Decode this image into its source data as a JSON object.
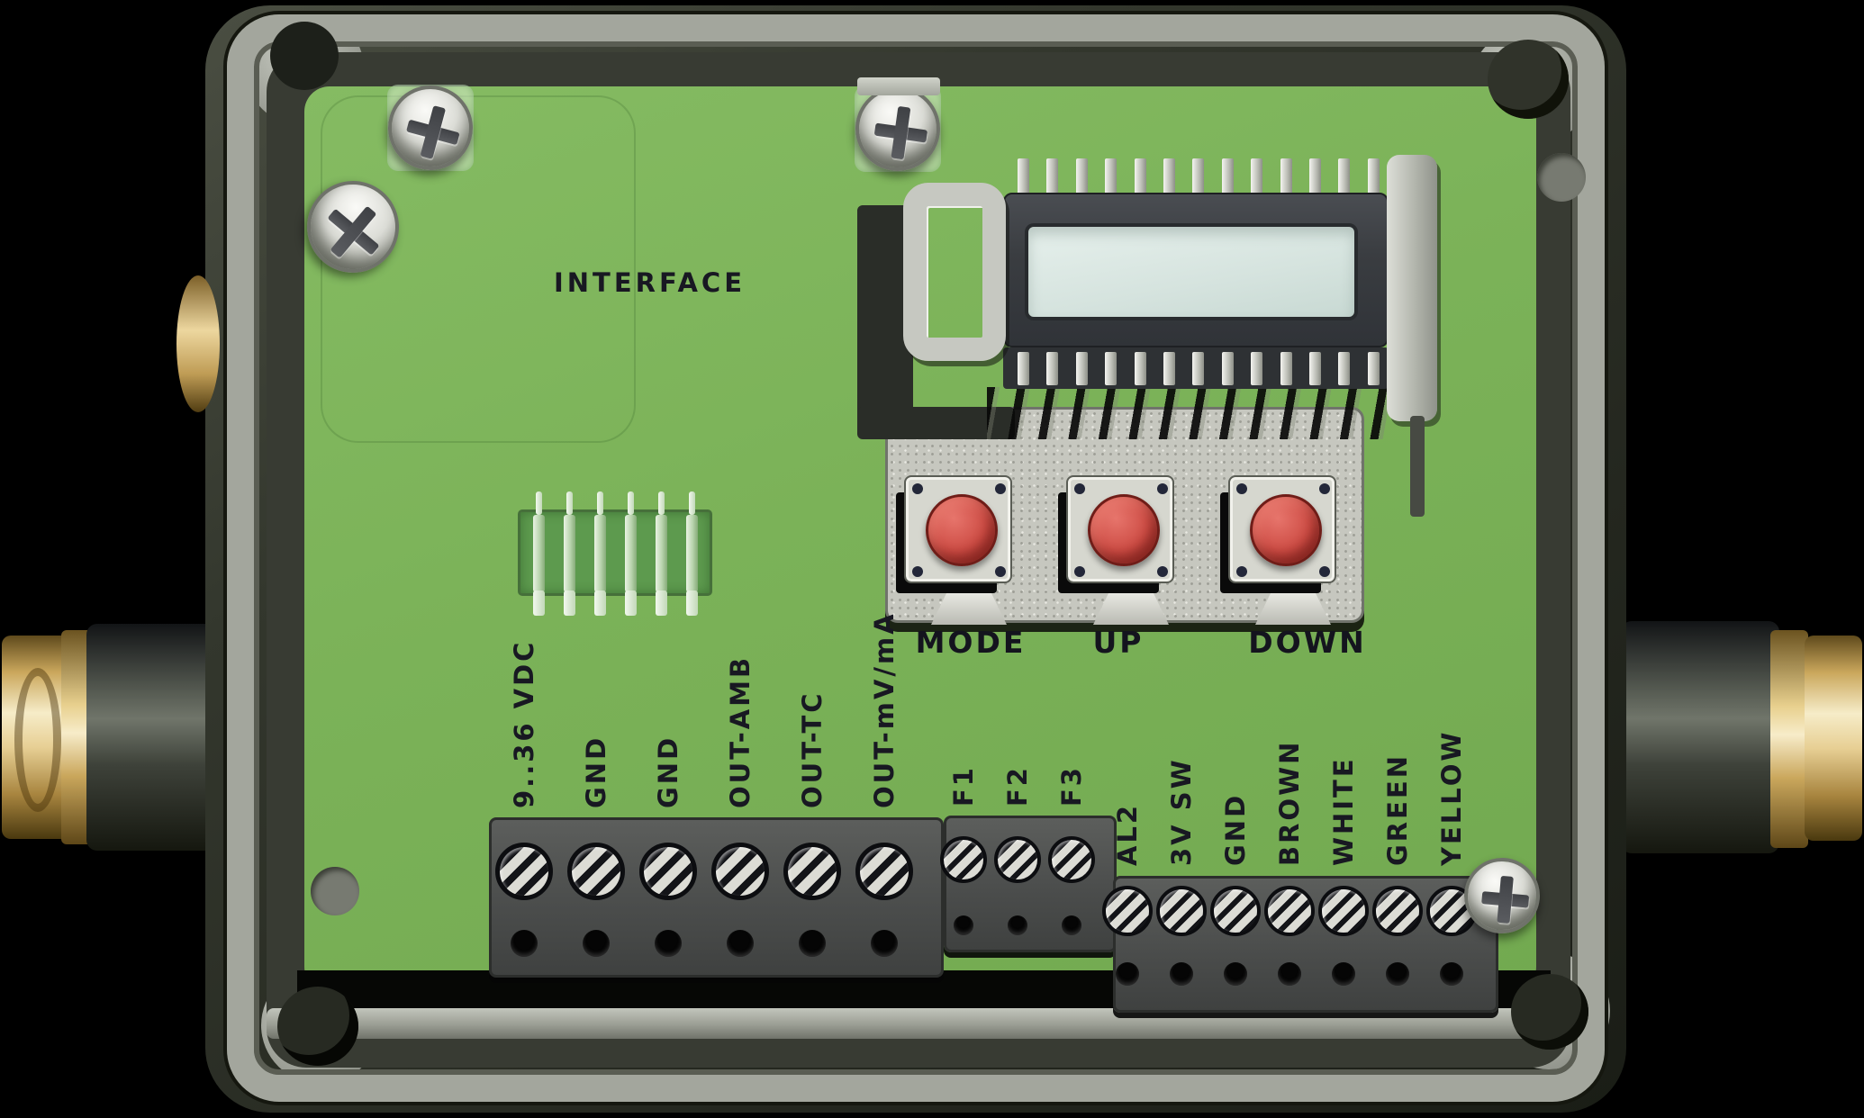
{
  "board_label": "INTERFACE",
  "push_buttons": [
    "MODE",
    "UP",
    "DOWN"
  ],
  "terminals": {
    "power_io": [
      "9..36 VDC",
      "GND",
      "GND",
      "OUT-AMB",
      "OUT-TC",
      "OUT-mV/mA"
    ],
    "function": [
      "F1",
      "F2",
      "F3"
    ],
    "sensor": [
      "AL2",
      "3V SW",
      "GND",
      "BROWN",
      "WHITE",
      "GREEN",
      "YELLOW"
    ]
  },
  "display": {
    "text": ""
  },
  "colors": {
    "pcb_green": "#7bb258",
    "enclosure_dark": "#2a2d24",
    "lid_gray": "#a3a69d",
    "button_red": "#cd4c44",
    "lcd_pale": "#d5e3de",
    "brass": "#e7cf94",
    "plate_metal": "#c6c7bf",
    "terminal_block": "#4b4d4c",
    "label_ink": "#181822"
  }
}
